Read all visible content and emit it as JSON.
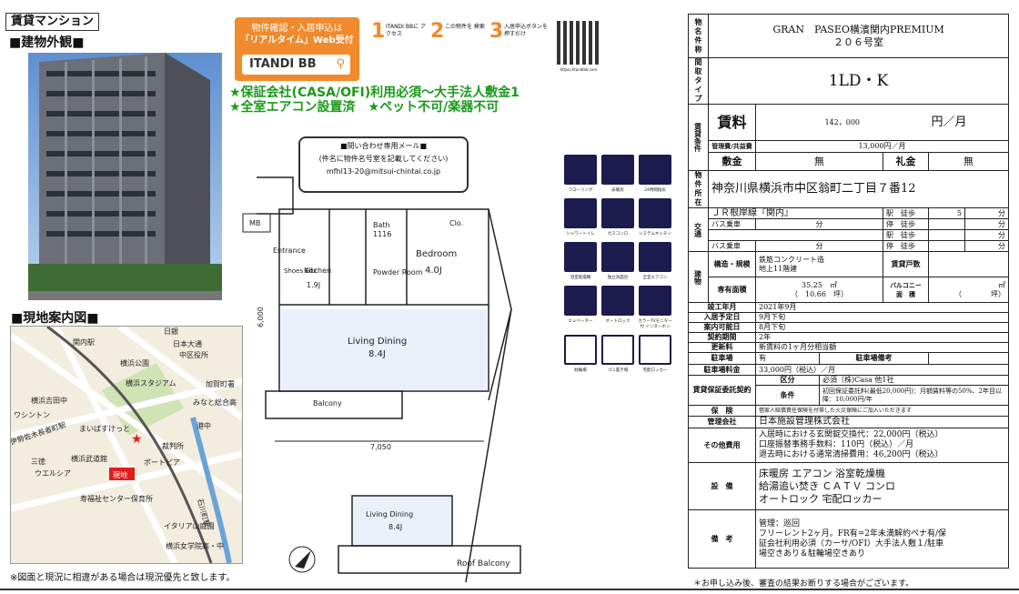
{
  "header": {
    "tag": "賃貸マンション"
  },
  "exterior_title": "■建物外観■",
  "map_title": "■現地案内図■",
  "itandi": {
    "head_line1": "物件確認・入居申込は",
    "head_line2": "「リアルタイム」Web受付",
    "logo": "ITANDI BB",
    "step1": "ITANDI BBに アクセス",
    "step2": "この物件を 検索",
    "step3": "入居申込ボタンを 押すだけ",
    "qr_caption": "https://itandibb.com"
  },
  "notices": {
    "line1": "★保証会社(CASA/OFI)利用必須～大手法人敷金1",
    "line2": "★全室エアコン設置済　★ペット不可/楽器不可"
  },
  "contact": {
    "title": "■問い合わせ専用メール■",
    "note": "(件名に物件名号室を記載してください)",
    "email": "mfhl13-20@mitsui-chintai.co.jp"
  },
  "floorplan": {
    "mb": "MB",
    "bath": "Bath",
    "bath_size": "1116",
    "clo": "Clo.",
    "bedroom": "Bedroom",
    "bedroom_size": "4.0J",
    "entrance": "Entrance",
    "shoes_box": "Shoes Box",
    "kitchen": "Kitchen",
    "kitchen_size": "1.9J",
    "powder_room": "Powder Room",
    "living": "Living Dining",
    "living_size": "8.4J",
    "balcony": "Balcony",
    "width_dim": "7,050",
    "height_dim": "6,000",
    "living2": "Living Dining",
    "living2_size": "8.4J",
    "roof_balcony": "Roof Balcony"
  },
  "amenities": [
    "フローリング",
    "床暖房",
    "24時間換気",
    "シャワートイレ",
    "ガスコンロ",
    "システムキッチン",
    "浴室乾燥機",
    "独立洗面台",
    "全室エアコン",
    "エレベーター",
    "オートロック",
    "カラーTVモニター付 インターホン",
    "駐輪場",
    "ゴミ置き場",
    "宅配ロッカー"
  ],
  "map_labels": {
    "hinode": "日銀",
    "nihon_odori": "日本大通",
    "naka_ward": "中区役所",
    "kannai": "関内駅",
    "yokohama_park": "横浜公園",
    "stadium": "横浜スタジアム",
    "kaga": "加賀町署",
    "yoshida": "横浜吉田中",
    "minato": "みなと総合高",
    "washington": "ワシントン",
    "isezaki": "伊勢佐木長者町駅",
    "mabashi": "まいばすけっと",
    "minato_hp": "港中",
    "budokan": "横浜武道館",
    "port_pier": "ポートピア",
    "court": "裁判所",
    "sanei": "三徳",
    "welcia": "ウエルシア",
    "site": "現地",
    "kotobuki": "寿福祉センター保育所",
    "ishikawa": "石川町駅",
    "italy": "イタリア山庭園",
    "jogakuin": "横浜女学院高・中"
  },
  "disclaimer": "※図面と現況に相違がある場合は現況優先と致します。",
  "spec": {
    "name_label": "物名件称",
    "name": "GRAN　PASEO横濱関内PREMIUM",
    "room": "２０６号室",
    "layout_label": "間取タイプ",
    "layout": "1LD・K",
    "cond_label": "賃貸条件",
    "rent_label": "賃料",
    "rent": "142，000",
    "rent_unit": "円／月",
    "mgmt_label": "管理費/共益費",
    "mgmt": "13,000円／月",
    "deposit_label": "敷金",
    "deposit": "無",
    "key_money_label": "礼金",
    "key_money": "無",
    "addr_label": "物件所在",
    "address": "神奈川県横浜市中区翁町二丁目７番12",
    "traffic_label": "交通",
    "line": "ＪＲ根岸線『関内』",
    "station": "駅",
    "walk": "徒歩",
    "walk_min": "5",
    "minute": "分",
    "bus": "バス乗車",
    "stop": "停",
    "bldg_label": "建物",
    "structure_label": "構造・規模",
    "structure1": "鉄筋コンクリート造",
    "structure2": "地上11階建",
    "units_label": "賃貸戸数",
    "area_label": "専有面積",
    "area": "35.25",
    "sqm": "㎡",
    "tsubo": "（　10.66　坪）",
    "balcony_label": "バルコニー 面　積",
    "balcony_tsubo": "（　　　　坪）",
    "built_label": "竣工年月",
    "built": "2021年9月",
    "move_label": "入居予定日",
    "move": "9月下旬",
    "view_label": "案内可能日",
    "view": "8月下旬",
    "term_label": "契約期間",
    "term": "2年",
    "renew_label": "更新料",
    "renew": "新賃料の1ヶ月分相当額",
    "parking_label": "駐車場",
    "parking": "有",
    "parking_note_label": "駐車場備考",
    "parking_fee_label": "駐車場料金",
    "parking_fee": "33,000円（税込）／月",
    "guarantor_label": "賃貸保証委託契約",
    "kubun": "区分",
    "kubun_val": "必須（株)Casa 他1社",
    "joken": "条件",
    "joken_val": "初回保証委託料(最低20,000円)：月額賃料等の50%、2年目以降：10,000円/年",
    "insurance_label": "保　険",
    "insurance": "借家人賠償責任保険を付帯した火災保険にご加入いただきます",
    "mgr_label": "管理会社",
    "mgr": "日本施設管理株式会社",
    "other_label": "その他費用",
    "other1": "入居時における玄関錠交換代：22,000円（税込）",
    "other2": "口座振替事務手数料：110円（税込）／月",
    "other3": "退去時における通常清掃費用：46,200円（税込）",
    "equip_label": "設　備",
    "equip1": "床暖房 エアコン 浴室乾燥機",
    "equip2": "給湯追い焚き ＣＡＴＶ コンロ",
    "equip3": "オートロック 宅配ロッカー",
    "remark_label": "備　考",
    "remark1": "管理：巡回",
    "remark2": "フリーレント2ヶ月。FR有=2年未満解約ペナ有/保",
    "remark3": "証会社利用必須（カーサ/OFI）大手法人敷１/駐車",
    "remark4": "場空きあり＆駐輪場空きあり"
  },
  "footnote": "＊お申し込み後、審査の結果お断りする場合がございます。"
}
